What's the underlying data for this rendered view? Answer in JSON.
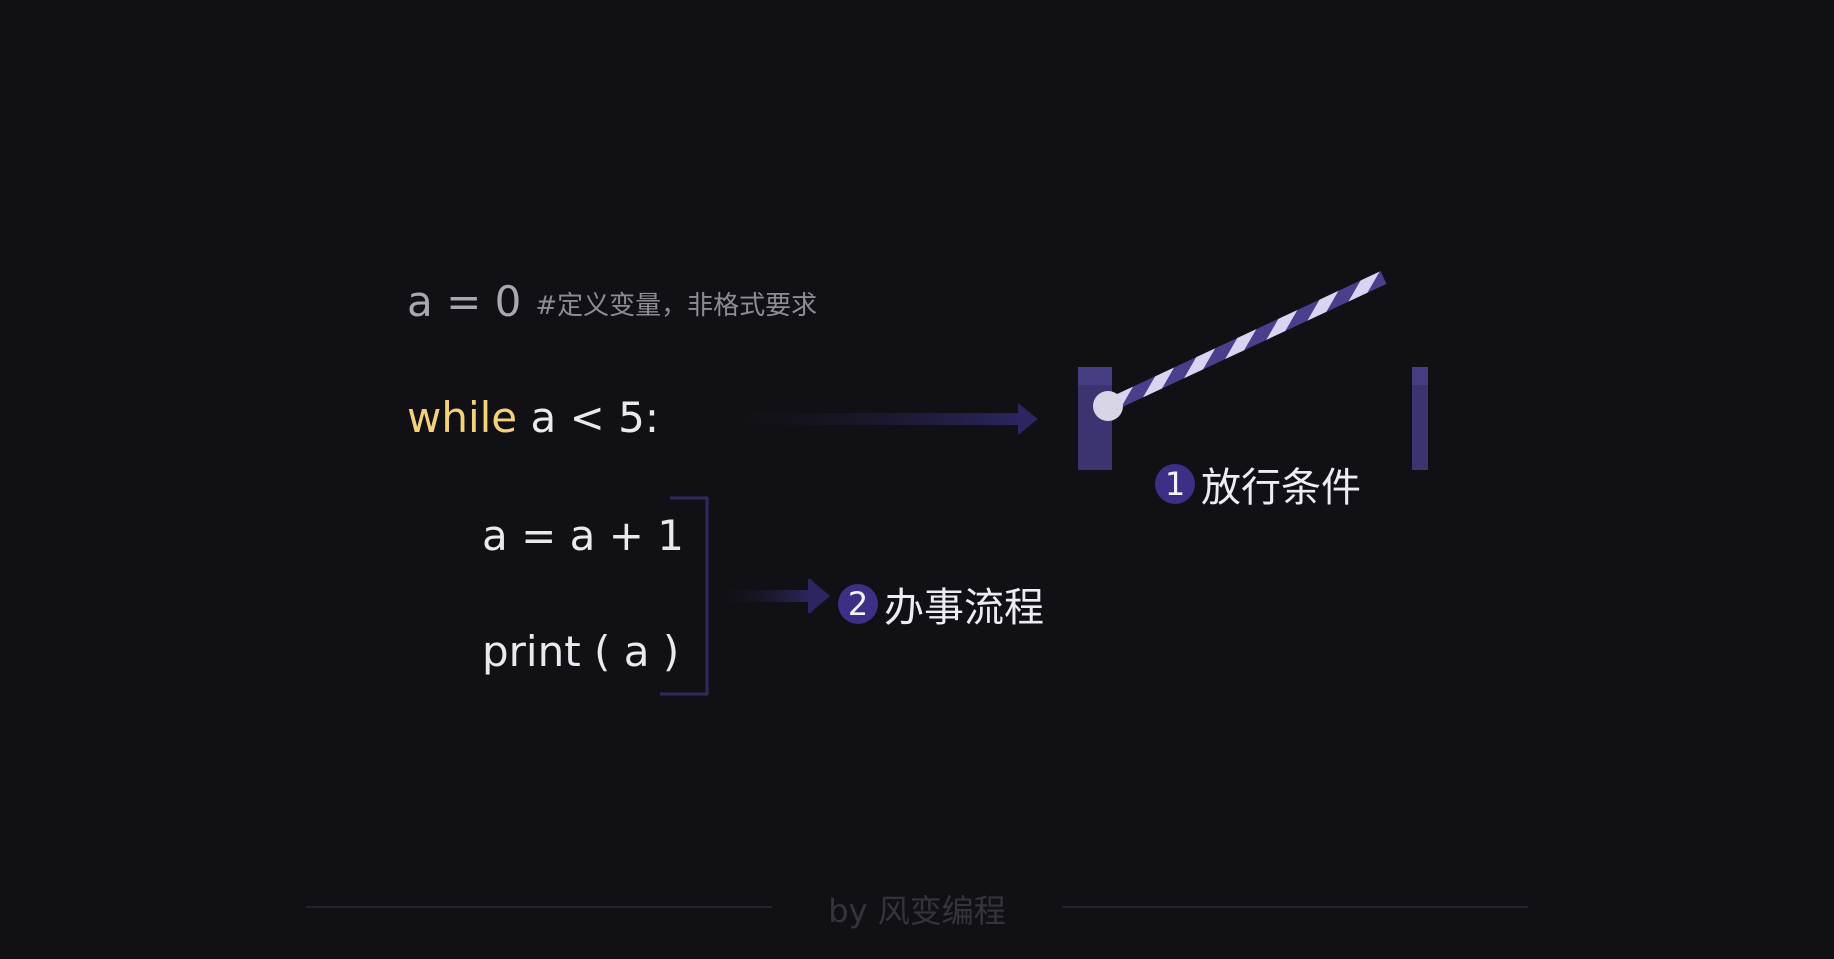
{
  "code": {
    "init_code": "a = 0",
    "init_comment": "#定义变量，非格式要求",
    "while_keyword": "while",
    "while_condition": " a < 5:",
    "body_line_1": "a = a + 1",
    "body_line_2": "print ( a )"
  },
  "annotations": [
    {
      "number": "1",
      "text": "放行条件"
    },
    {
      "number": "2",
      "text": "办事流程"
    }
  ],
  "footer": {
    "text": "by 风变编程"
  },
  "colors": {
    "background": "#111115",
    "keyword": "#f3d27a",
    "code_text": "#e9e9ee",
    "comment": "#8c8c94",
    "accent_purple": "#3e2f86",
    "gate_post": "#3b3470",
    "barrier_stripe_light": "#d9d4f2",
    "barrier_stripe_dark": "#4a3f8c"
  }
}
